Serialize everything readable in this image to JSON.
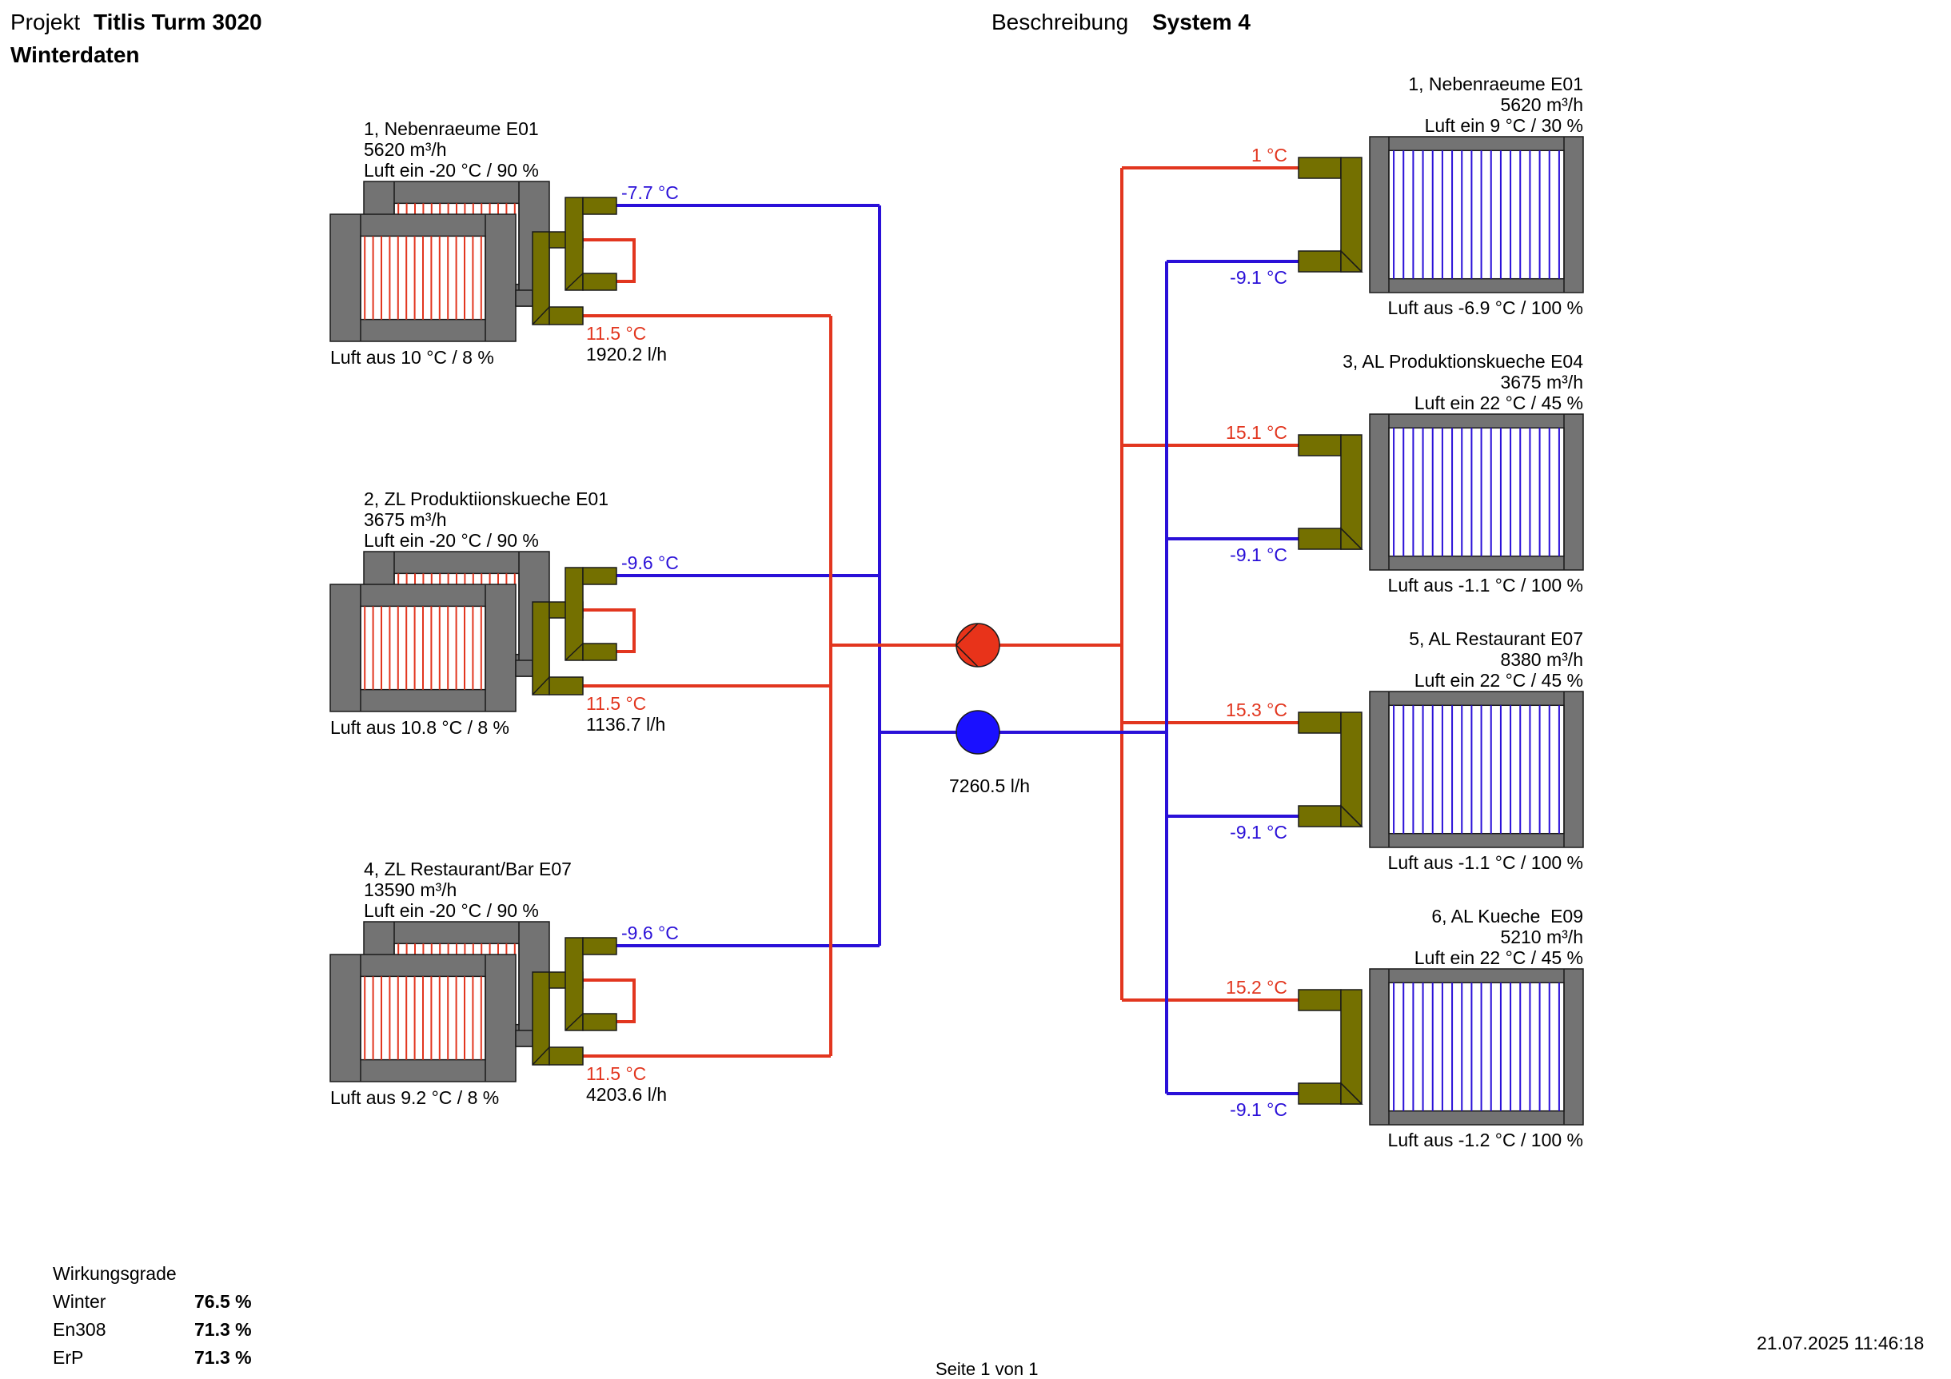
{
  "header": {
    "project_label": "Projekt",
    "project_name": "Titlis Turm 3020",
    "subtitle": "Winterdaten",
    "description_label": "Beschreibung",
    "description_value": "System 4"
  },
  "colors": {
    "supply_red": "#e2361f",
    "return_blue": "#2a10d8",
    "coil_frame_gray": "#737373",
    "connector_olive": "#747000",
    "pump_red": "#e8331a",
    "pump_blue": "#1a10ff"
  },
  "exhaust_units": [
    {
      "name": "1, Nebenraeume E01",
      "airflow": "5620 m³/h",
      "air_in": "Luft ein -20 °C / 90 %",
      "air_out": "Luft aus 10 °C / 8 %",
      "water_in_temp": "-7.7 °C",
      "water_out_temp": "11.5 °C",
      "water_flow": "1920.2 l/h"
    },
    {
      "name": "2, ZL Produktiionskueche E01",
      "airflow": "3675 m³/h",
      "air_in": "Luft ein -20 °C / 90 %",
      "air_out": "Luft aus 10.8 °C / 8 %",
      "water_in_temp": "-9.6 °C",
      "water_out_temp": "11.5 °C",
      "water_flow": "1136.7 l/h"
    },
    {
      "name": "4, ZL Restaurant/Bar E07",
      "airflow": "13590 m³/h",
      "air_in": "Luft ein -20 °C / 90 %",
      "air_out": "Luft aus 9.2 °C / 8 %",
      "water_in_temp": "-9.6 °C",
      "water_out_temp": "11.5 °C",
      "water_flow": "4203.6 l/h"
    }
  ],
  "supply_units": [
    {
      "name": "1, Nebenraeume E01",
      "airflow": "5620 m³/h",
      "air_in": "Luft ein 9 °C / 30 %",
      "air_out": "Luft aus -6.9 °C / 100 %",
      "water_in_temp": "1 °C",
      "water_out_temp": "-9.1 °C"
    },
    {
      "name": "3, AL Produktionskueche E04",
      "airflow": "3675 m³/h",
      "air_in": "Luft ein 22 °C / 45 %",
      "air_out": "Luft aus -1.1 °C / 100 %",
      "water_in_temp": "15.1 °C",
      "water_out_temp": "-9.1 °C"
    },
    {
      "name": "5, AL Restaurant E07",
      "airflow": "8380 m³/h",
      "air_in": "Luft ein 22 °C / 45 %",
      "air_out": "Luft aus -1.1 °C / 100 %",
      "water_in_temp": "15.3 °C",
      "water_out_temp": "-9.1 °C"
    },
    {
      "name": "6, AL Kueche  E09",
      "airflow": "5210 m³/h",
      "air_in": "Luft ein 22 °C / 45 %",
      "air_out": "Luft aus -1.2 °C / 100 %",
      "water_in_temp": "15.2 °C",
      "water_out_temp": "-9.1 °C"
    }
  ],
  "pump": {
    "total_flow": "7260.5 l/h",
    "supply_pump_icon": "circulation-pump-icon",
    "return_node_icon": "pump-node-icon"
  },
  "efficiency": {
    "title": "Wirkungsgrade",
    "rows": [
      {
        "label": "Winter",
        "value": "76.5 %"
      },
      {
        "label": "En308",
        "value": "71.3 %"
      },
      {
        "label": "ErP",
        "value": "71.3 %"
      }
    ]
  },
  "footer": {
    "page": "Seite 1 von 1",
    "timestamp": "21.07.2025 11:46:18"
  }
}
